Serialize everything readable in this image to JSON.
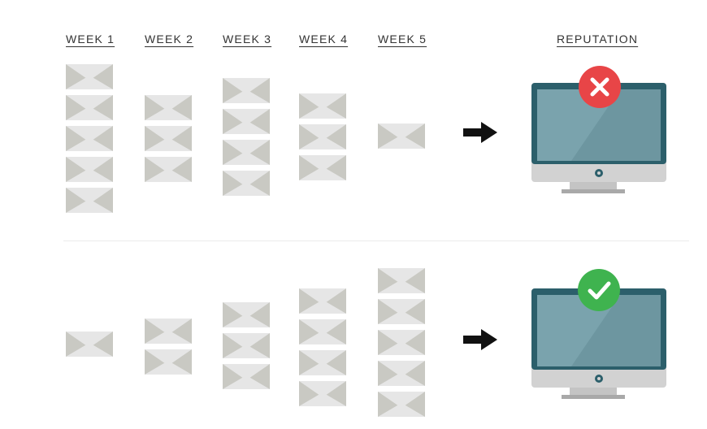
{
  "headers": {
    "week1": "WEEK 1",
    "week2": "WEEK 2",
    "week3": "WEEK 3",
    "week4": "WEEK 4",
    "week5": "WEEK 5",
    "reputation": "REPUTATION"
  },
  "rows": [
    {
      "name": "sudden-volume",
      "emails_per_week": [
        5,
        3,
        4,
        3,
        1
      ],
      "reputation_status": "bad",
      "status_icon": "x-icon"
    },
    {
      "name": "gradual-ramp-up",
      "emails_per_week": [
        1,
        2,
        3,
        4,
        5
      ],
      "reputation_status": "good",
      "status_icon": "check-icon"
    }
  ],
  "colors": {
    "envelope": "#e6e6e6",
    "envelope_flap": "#c9c9c3",
    "bad": "#e84547",
    "good": "#3fb34f",
    "monitor_frame": "#2c5f6b",
    "monitor_screen": "#7aa3ad"
  }
}
